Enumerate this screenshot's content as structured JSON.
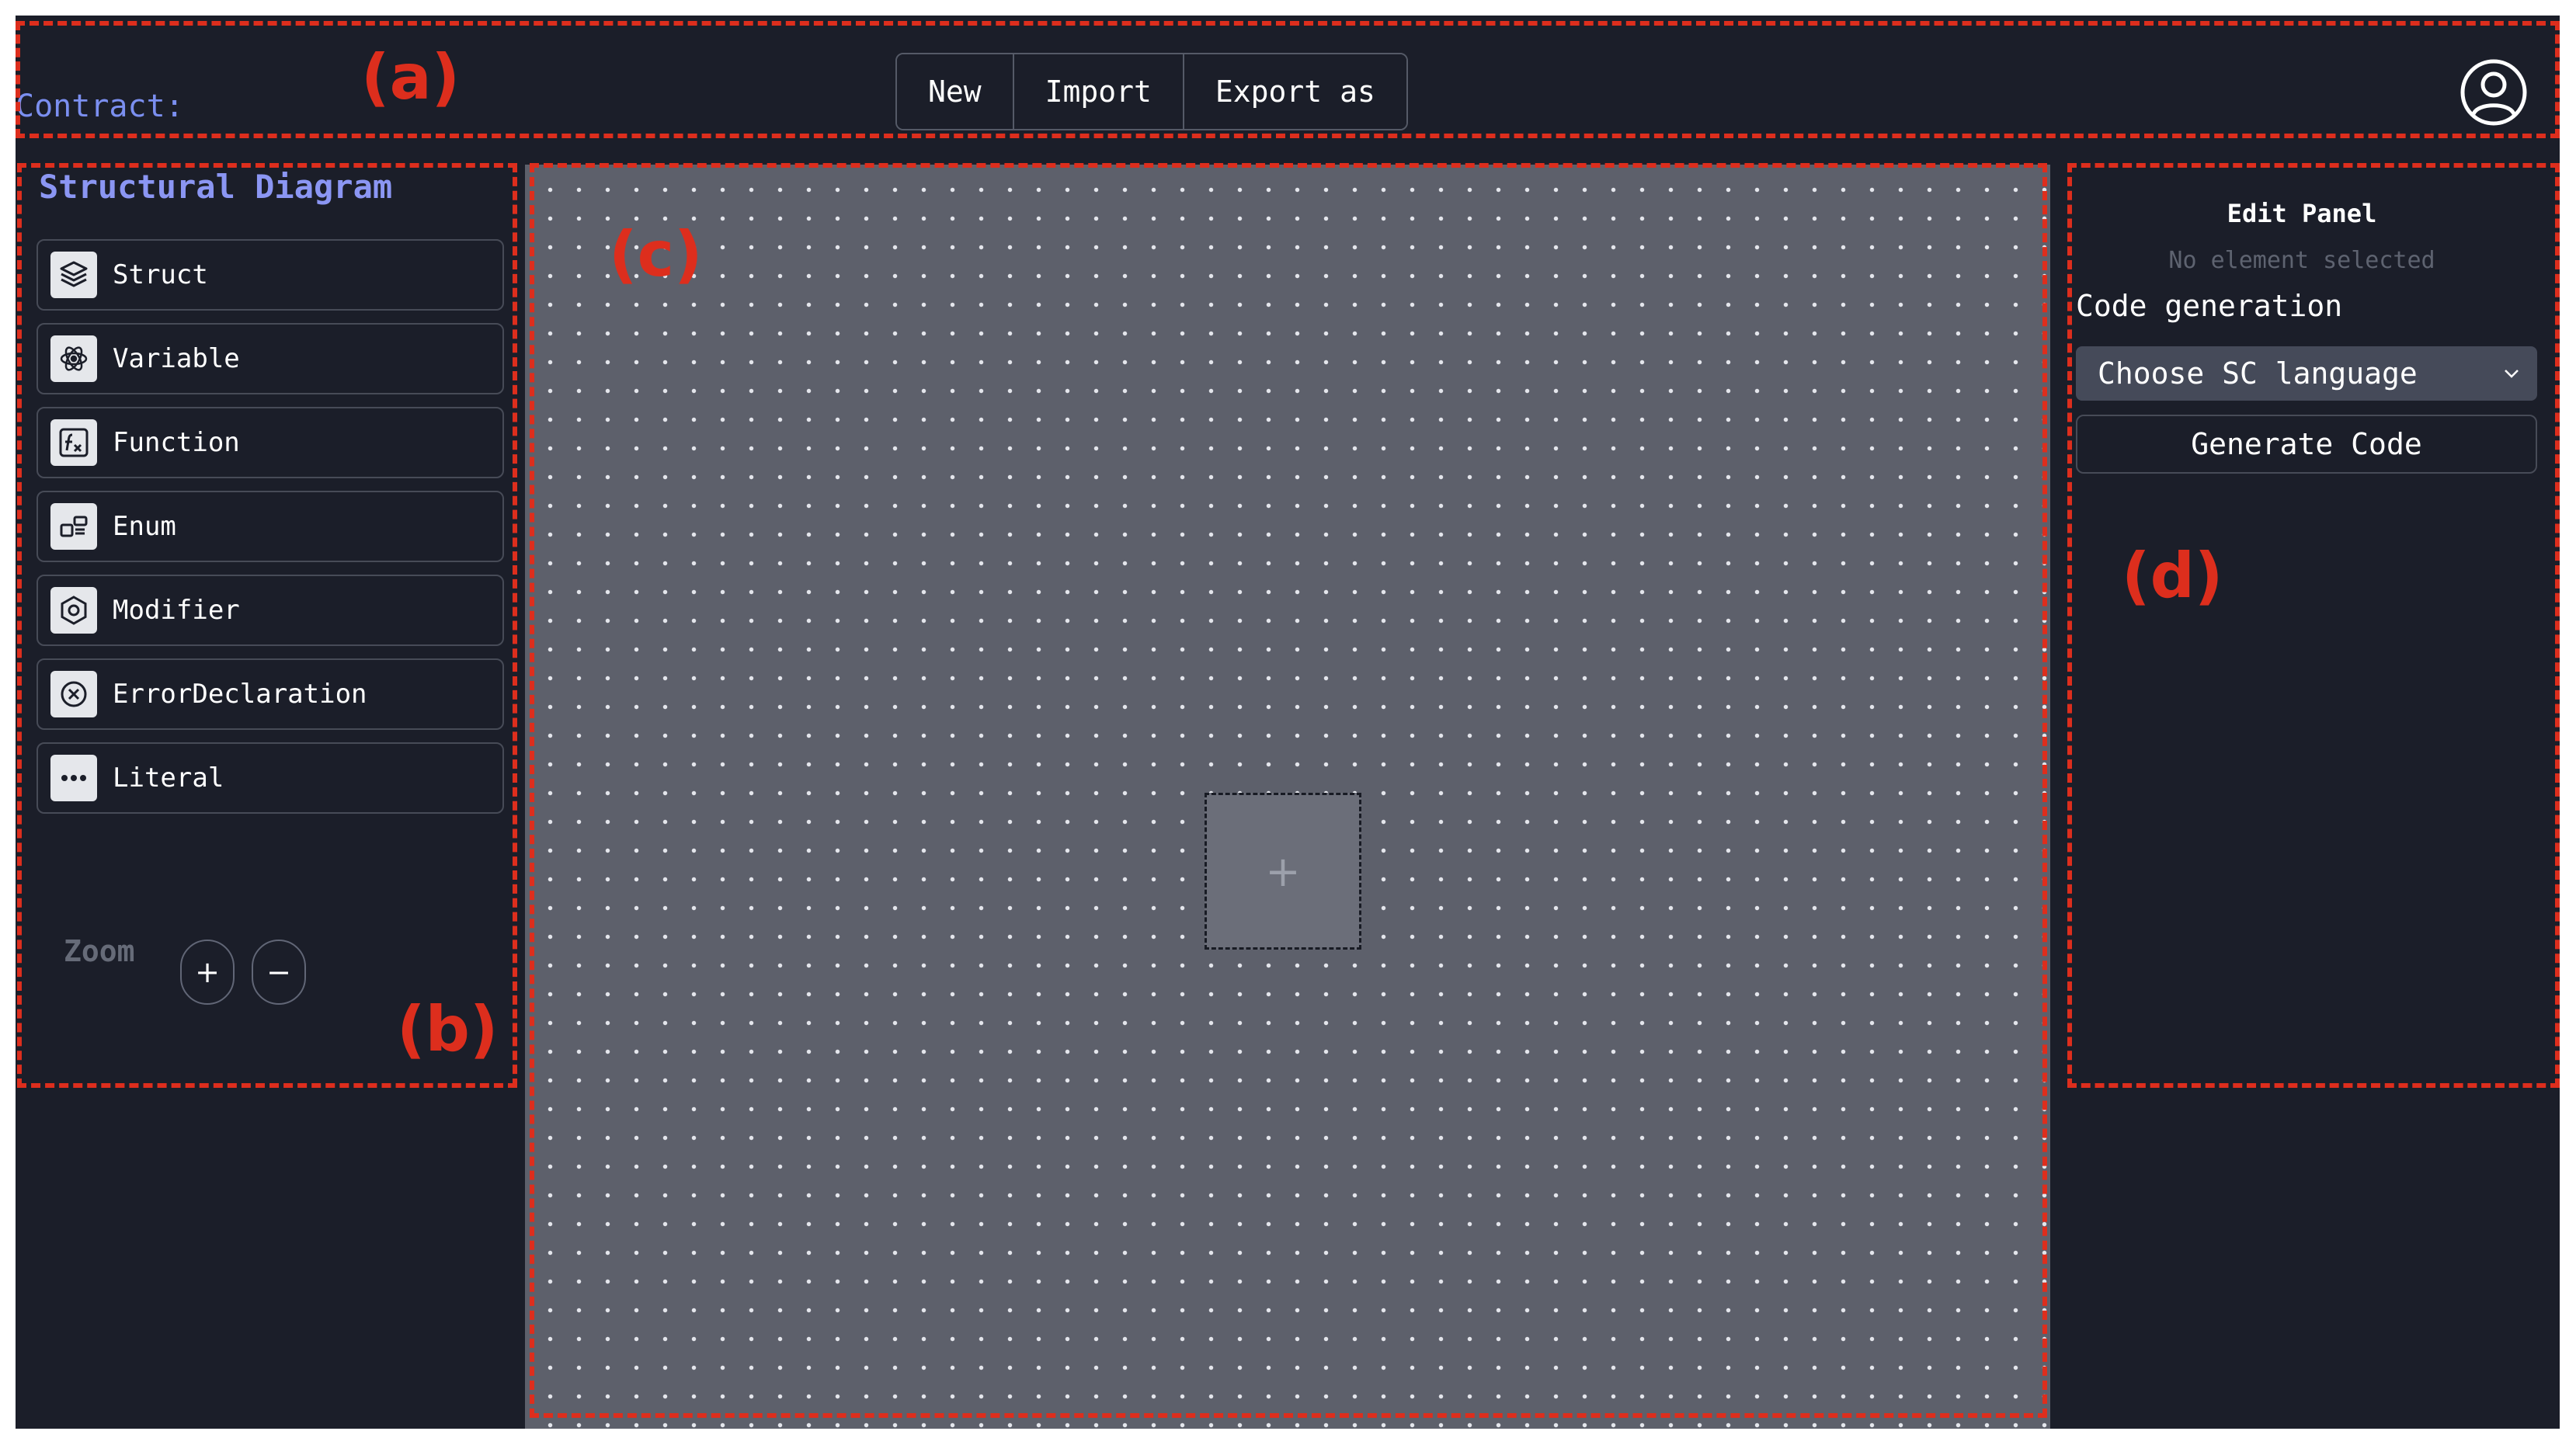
{
  "header": {
    "contract_label": "Contract:",
    "buttons": [
      {
        "label": "New"
      },
      {
        "label": "Import"
      },
      {
        "label": "Export as"
      }
    ],
    "user_icon": "user-circle-icon"
  },
  "sidebar": {
    "title": "Structural Diagram",
    "items": [
      {
        "label": "Struct",
        "icon": "layers-icon"
      },
      {
        "label": "Variable",
        "icon": "atom-icon"
      },
      {
        "label": "Function",
        "icon": "function-fx-icon"
      },
      {
        "label": "Enum",
        "icon": "list-blocks-icon"
      },
      {
        "label": "Modifier",
        "icon": "hexagon-icon"
      },
      {
        "label": "ErrorDeclaration",
        "icon": "x-circle-icon"
      },
      {
        "label": "Literal",
        "icon": "dots-icon"
      }
    ],
    "zoom": {
      "label": "Zoom",
      "in": "+",
      "out": "−"
    }
  },
  "canvas": {
    "drop_symbol": "+"
  },
  "edit_panel": {
    "title": "Edit Panel",
    "empty_text": "No element selected",
    "code_generation_label": "Code generation",
    "language_select": "Choose SC language",
    "generate_button": "Generate Code"
  },
  "annotations": {
    "a": "(a)",
    "b": "(b)",
    "c": "(c)",
    "d": "(d)"
  },
  "colors": {
    "background": "#1b1e29",
    "canvas": "#5d606b",
    "accent_blue": "#7b8ff0",
    "annotation_red": "#dd2e1d"
  }
}
